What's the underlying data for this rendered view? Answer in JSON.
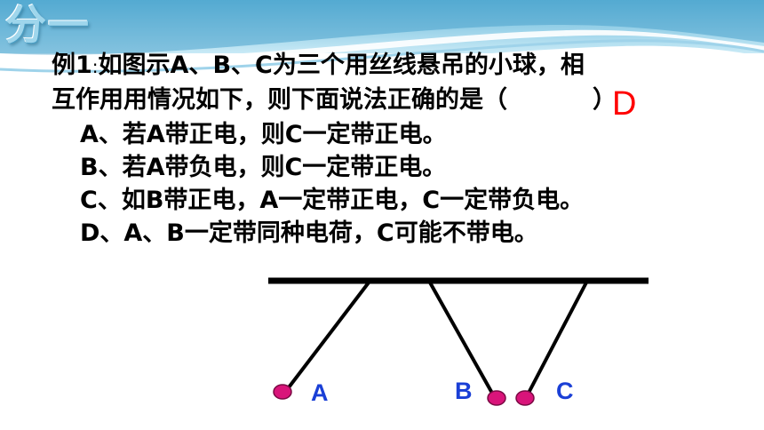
{
  "slide": {
    "corner_title": "分一",
    "question": {
      "label": "例1",
      "colon": ":",
      "line1_rest": "如图示A、B、C为三个用丝线悬吊的小球，相",
      "line2": "互作用用情况如下，则下面说法正确的是（",
      "line2_close": "）"
    },
    "answer": "D",
    "options": [
      "A、若A带正电，则C一定带正电。",
      "B、若A带负电，则C一定带正电。",
      "C、如B带正电，A一定带正电，C一定带负电。",
      "D、A、B一定带同种电荷，C可能不带电。"
    ],
    "ball_labels": {
      "a": "A",
      "b": "B",
      "c": "C"
    },
    "colors": {
      "ball": "#d9147a",
      "label": "#1a3fd6",
      "answer": "#ff0000",
      "banner": "#7cc4e2"
    }
  }
}
